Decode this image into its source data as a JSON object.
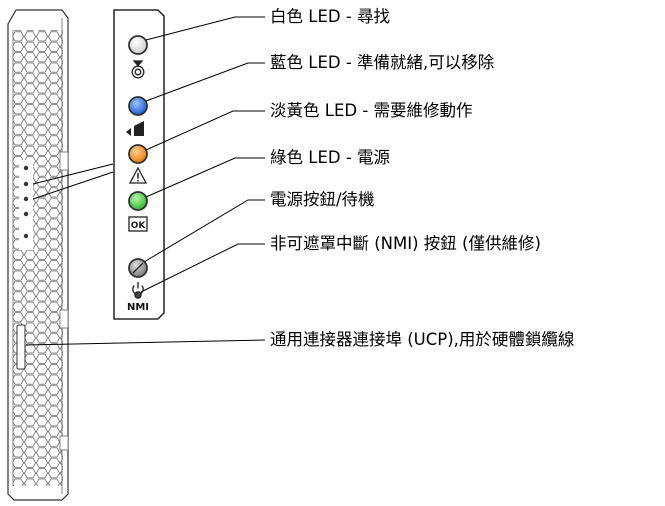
{
  "callouts": [
    {
      "id": "white-led",
      "text": "白色 LED - 尋找"
    },
    {
      "id": "blue-led",
      "text": "藍色 LED - 準備就緒,可以移除"
    },
    {
      "id": "amber-led",
      "text": "淡黃色 LED - 需要維修動作"
    },
    {
      "id": "green-led",
      "text": "綠色 LED - 電源"
    },
    {
      "id": "power-button",
      "text": "電源按鈕/待機"
    },
    {
      "id": "nmi-button",
      "text": "非可遮罩中斷 (NMI) 按鈕 (僅供維修)"
    },
    {
      "id": "ucp-port",
      "text": "通用連接器連接埠 (UCP),用於硬體鎖纜線"
    }
  ],
  "panel": {
    "ok_label": "OK",
    "nmi_label": "NMI"
  },
  "colors": {
    "white_led": "#f2f2f2",
    "blue_led": "#2f6fe0",
    "amber_led": "#f08a1a",
    "green_led": "#3fc43f",
    "power_button": "#9a9a9a",
    "line": "#000000"
  },
  "icons": [
    "locate-icon",
    "remove-ready-icon",
    "service-warning-icon",
    "ok-icon",
    "power-icon"
  ]
}
